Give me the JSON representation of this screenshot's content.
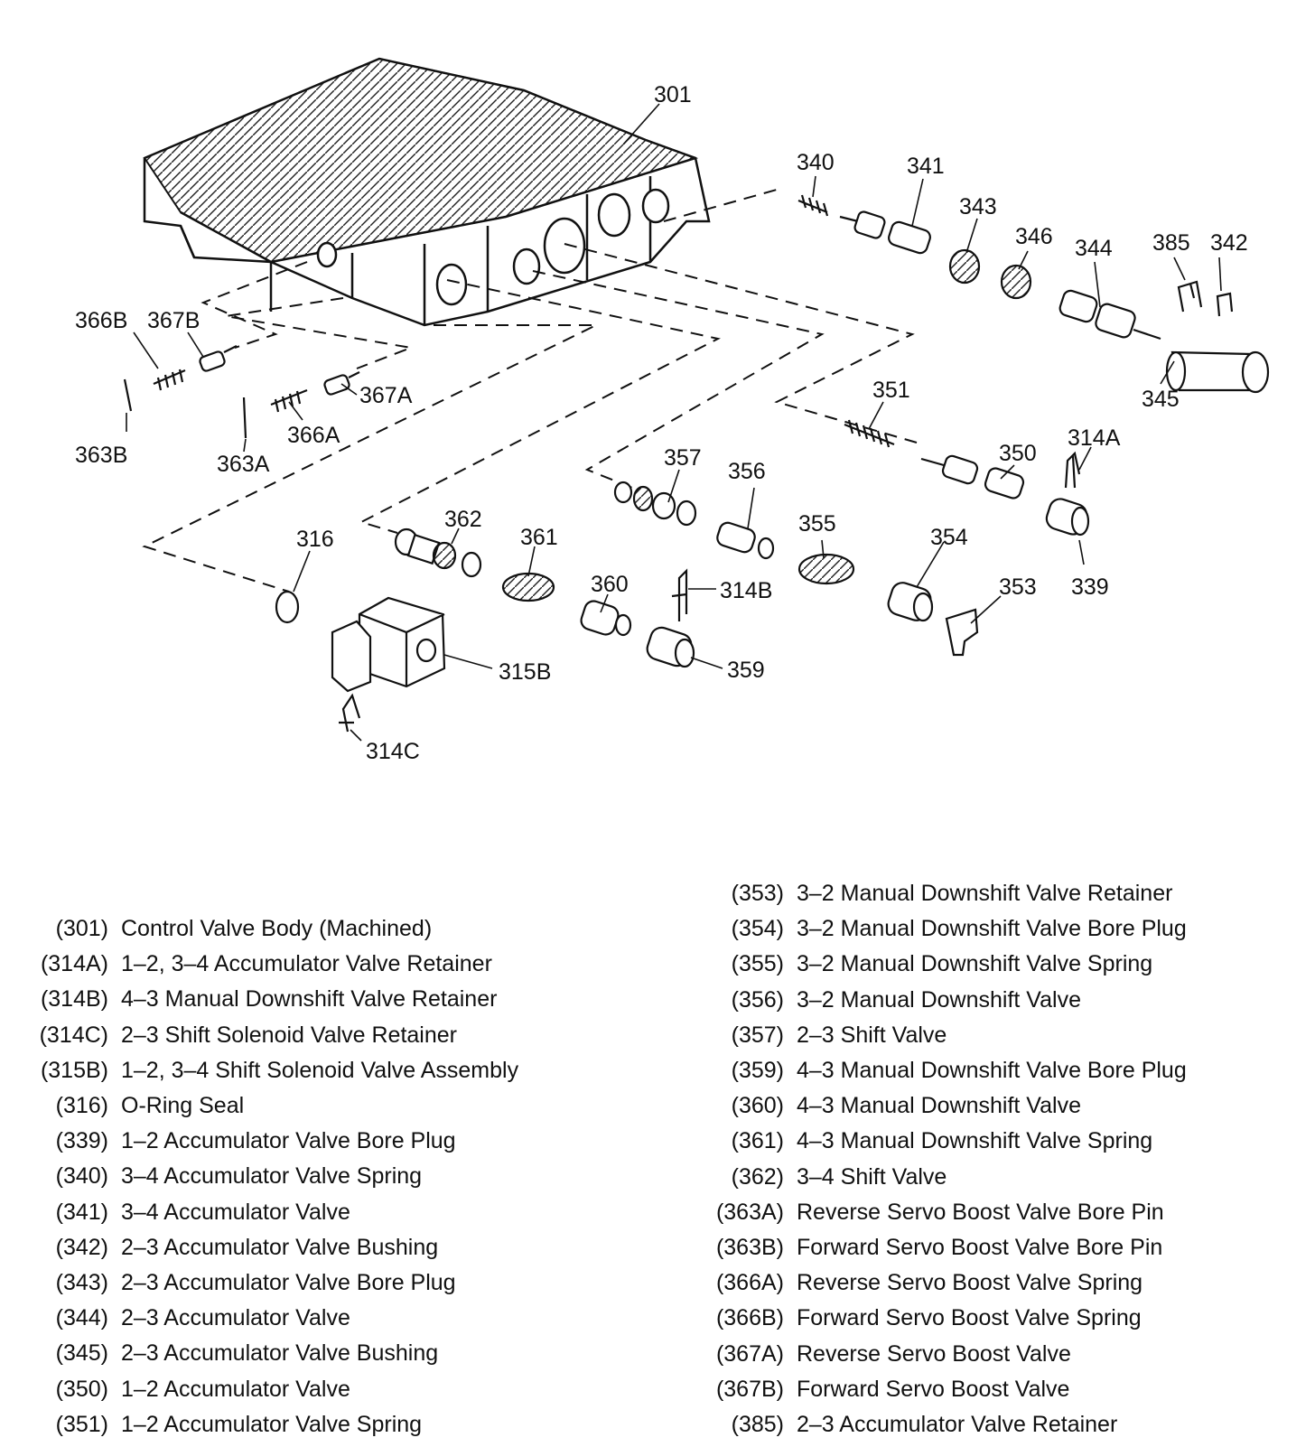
{
  "callouts": {
    "c301": "301",
    "c340": "340",
    "c341": "341",
    "c343": "343",
    "c346": "346",
    "c344": "344",
    "c385": "385",
    "c342": "342",
    "c345": "345",
    "c351": "351",
    "c350": "350",
    "c314A": "314A",
    "c339": "339",
    "c366B": "366B",
    "c367B": "367B",
    "c367A": "367A",
    "c366A": "366A",
    "c363B": "363B",
    "c363A": "363A",
    "c357": "357",
    "c356": "356",
    "c355": "355",
    "c354": "354",
    "c353": "353",
    "c362": "362",
    "c361": "361",
    "c360": "360",
    "c316": "316",
    "c314B": "314B",
    "c359": "359",
    "c315B": "315B",
    "c314C": "314C"
  },
  "legend_left": [
    {
      "code": "(301)",
      "name": "Control Valve Body (Machined)"
    },
    {
      "code": "(314A)",
      "name": "1–2, 3–4 Accumulator Valve Retainer"
    },
    {
      "code": "(314B)",
      "name": "4–3 Manual Downshift Valve Retainer"
    },
    {
      "code": "(314C)",
      "name": "2–3 Shift Solenoid Valve Retainer"
    },
    {
      "code": "(315B)",
      "name": "1–2, 3–4 Shift Solenoid Valve Assembly"
    },
    {
      "code": "(316)",
      "name": "O-Ring Seal"
    },
    {
      "code": "(339)",
      "name": "1–2 Accumulator Valve Bore Plug"
    },
    {
      "code": "(340)",
      "name": "3–4 Accumulator Valve Spring"
    },
    {
      "code": "(341)",
      "name": "3–4 Accumulator Valve"
    },
    {
      "code": "(342)",
      "name": "2–3 Accumulator Valve Bushing"
    },
    {
      "code": "(343)",
      "name": "2–3 Accumulator Valve Bore Plug"
    },
    {
      "code": "(344)",
      "name": "2–3 Accumulator Valve"
    },
    {
      "code": "(345)",
      "name": "2–3 Accumulator Valve Bushing"
    },
    {
      "code": "(350)",
      "name": "1–2 Accumulator Valve"
    },
    {
      "code": "(351)",
      "name": "1–2 Accumulator Valve Spring"
    }
  ],
  "legend_right": [
    {
      "code": "(353)",
      "name": "3–2 Manual Downshift Valve Retainer"
    },
    {
      "code": "(354)",
      "name": "3–2 Manual Downshift Valve Bore Plug"
    },
    {
      "code": "(355)",
      "name": "3–2 Manual Downshift Valve Spring"
    },
    {
      "code": "(356)",
      "name": "3–2 Manual Downshift Valve"
    },
    {
      "code": "(357)",
      "name": "2–3 Shift Valve"
    },
    {
      "code": "(359)",
      "name": "4–3 Manual Downshift Valve Bore Plug"
    },
    {
      "code": "(360)",
      "name": "4–3 Manual Downshift Valve"
    },
    {
      "code": "(361)",
      "name": "4–3 Manual Downshift Valve Spring"
    },
    {
      "code": "(362)",
      "name": "3–4 Shift Valve"
    },
    {
      "code": "(363A)",
      "name": "Reverse Servo Boost Valve Bore Pin"
    },
    {
      "code": "(363B)",
      "name": "Forward Servo Boost Valve Bore Pin"
    },
    {
      "code": "(366A)",
      "name": "Reverse Servo Boost Valve Spring"
    },
    {
      "code": "(366B)",
      "name": "Forward Servo Boost Valve Spring"
    },
    {
      "code": "(367A)",
      "name": "Reverse Servo Boost Valve"
    },
    {
      "code": "(367B)",
      "name": "Forward Servo Boost Valve"
    },
    {
      "code": "(385)",
      "name": "2–3 Accumulator Valve Retainer"
    }
  ]
}
